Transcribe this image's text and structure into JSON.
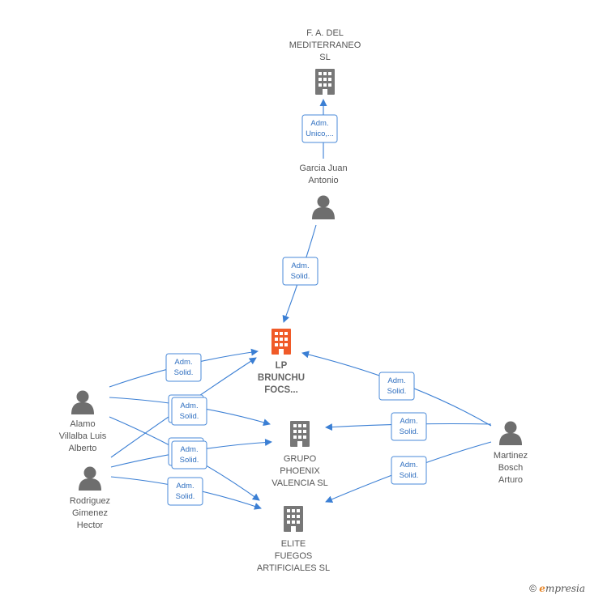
{
  "colors": {
    "edge": "#3b7fd4",
    "building": "#777777",
    "main_building": "#f05a28",
    "person": "#6e6e6e"
  },
  "nodes": [
    {
      "id": "fa",
      "type": "company",
      "lines": [
        "F. A. DEL",
        "MEDITERRANEO",
        "SL"
      ]
    },
    {
      "id": "garcia",
      "type": "person",
      "lines": [
        "Garcia Juan",
        "Antonio"
      ]
    },
    {
      "id": "lp",
      "type": "company",
      "main": true,
      "lines": [
        "LP",
        "BRUNCHU",
        "FOCS..."
      ]
    },
    {
      "id": "grupo",
      "type": "company",
      "lines": [
        "GRUPO",
        "PHOENIX",
        "VALENCIA SL"
      ]
    },
    {
      "id": "elite",
      "type": "company",
      "lines": [
        "ELITE",
        "FUEGOS",
        "ARTIFICIALES SL"
      ]
    },
    {
      "id": "alamo",
      "type": "person",
      "lines": [
        "Alamo",
        "Villalba Luis",
        "Alberto"
      ]
    },
    {
      "id": "rodriguez",
      "type": "person",
      "lines": [
        "Rodriguez",
        "Gimenez",
        "Hector"
      ]
    },
    {
      "id": "martinez",
      "type": "person",
      "lines": [
        "Martinez",
        "Bosch",
        "Arturo"
      ]
    }
  ],
  "edges": [
    {
      "id": "garcia-fa",
      "lines": [
        "Adm.",
        "Unico,..."
      ]
    },
    {
      "id": "garcia-lp",
      "lines": [
        "Adm.",
        "Solid."
      ]
    },
    {
      "id": "alamo-lp",
      "lines": [
        "Adm.",
        "Solid."
      ]
    },
    {
      "id": "alamo-grupo",
      "lines": [
        "Adm.",
        "Solid."
      ]
    },
    {
      "id": "alamo-elite",
      "lines": [
        "Adm.",
        "Solid."
      ]
    },
    {
      "id": "rodriguez-lp",
      "lines": [
        "Adm.",
        "Solid."
      ]
    },
    {
      "id": "rodriguez-grupo",
      "lines": [
        "Adm.",
        "Solid."
      ]
    },
    {
      "id": "rodriguez-elite",
      "lines": [
        "Adm.",
        "Solid."
      ]
    },
    {
      "id": "martinez-lp",
      "lines": [
        "Adm.",
        "Solid."
      ]
    },
    {
      "id": "martinez-grupo",
      "lines": [
        "Adm.",
        "Solid."
      ]
    },
    {
      "id": "martinez-elite",
      "lines": [
        "Adm.",
        "Solid."
      ]
    }
  ],
  "footer": {
    "copyright": "©",
    "brand_initial": "e",
    "brand_rest": "mpresia"
  }
}
